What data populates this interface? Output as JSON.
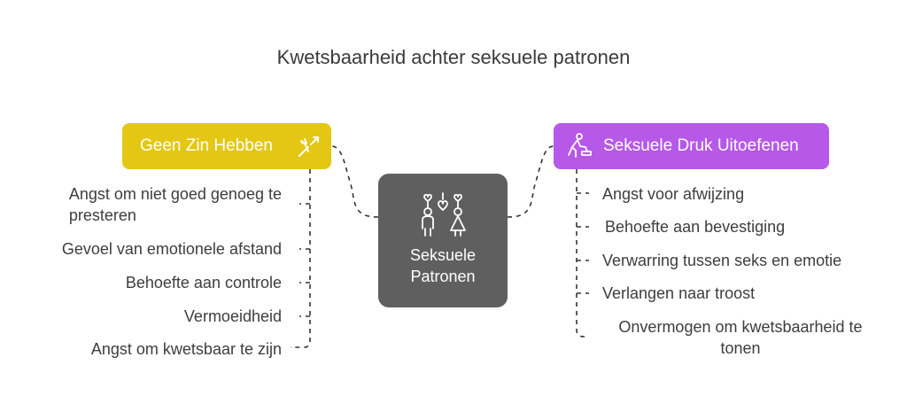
{
  "title": "Kwetsbaarheid achter seksuele patronen",
  "center": {
    "line1": "Seksuele",
    "line2": "Patronen",
    "icon": "couple-hearts-icon"
  },
  "left": {
    "label": "Geen Zin Hebben",
    "icon": "broken-arrow-icon",
    "color": "#e4c713",
    "items": [
      {
        "line1": "Angst om niet goed genoeg te",
        "line2": "presteren"
      },
      {
        "line1": "Gevoel van emotionele afstand"
      },
      {
        "line1": "Behoefte aan controle"
      },
      {
        "line1": "Vermoeidheid"
      },
      {
        "line1": "Angst om kwetsbaar te zijn"
      }
    ]
  },
  "right": {
    "label": "Seksuele Druk Uitoefenen",
    "icon": "pressure-person-icon",
    "color": "#b658e8",
    "items": [
      {
        "line1": "Angst voor afwijzing"
      },
      {
        "line1": "Behoefte aan bevestiging"
      },
      {
        "line1": "Verwarring tussen seks en emotie"
      },
      {
        "line1": "Verlangen naar troost"
      },
      {
        "line1": "Onvermogen om kwetsbaarheid te",
        "line2": "tonen"
      }
    ]
  },
  "center_color": "#5f5f5f"
}
